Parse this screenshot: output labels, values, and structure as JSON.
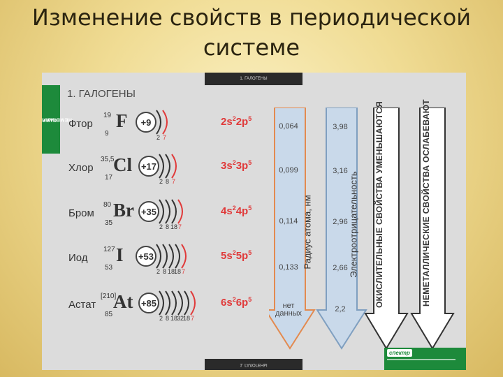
{
  "slide": {
    "title": "Изменение свойств в периодической\nсистеме"
  },
  "poster": {
    "top_strip": "1. ГАЛОГЕНЫ",
    "bottom_strip": "1. ГАЛОГЕНЫ",
    "side_label_line1": "ХИМИЯ",
    "side_label_line2": "НЕМЕТАЛЛЫ",
    "section_title": "1. ГАЛОГЕНЫ",
    "elements": [
      {
        "name": "Фтор",
        "mass": "19",
        "number": "9",
        "symbol": "F",
        "charge": "+9",
        "shells": [
          "2",
          "7"
        ],
        "config": [
          [
            "2s",
            "2"
          ],
          [
            "2p",
            "5"
          ]
        ],
        "radius": "0,064",
        "en": "3,98"
      },
      {
        "name": "Хлор",
        "mass": "35,5",
        "number": "17",
        "symbol": "Cl",
        "charge": "+17",
        "shells": [
          "2",
          "8",
          "7"
        ],
        "config": [
          [
            "3s",
            "2"
          ],
          [
            "3p",
            "5"
          ]
        ],
        "radius": "0,099",
        "en": "3,16"
      },
      {
        "name": "Бром",
        "mass": "80",
        "number": "35",
        "symbol": "Br",
        "charge": "+35",
        "shells": [
          "2",
          "8",
          "18",
          "7"
        ],
        "config": [
          [
            "4s",
            "2"
          ],
          [
            "4p",
            "5"
          ]
        ],
        "radius": "0,114",
        "en": "2,96"
      },
      {
        "name": "Иод",
        "mass": "127",
        "number": "53",
        "symbol": "I",
        "charge": "+53",
        "shells": [
          "2",
          "8",
          "18",
          "18",
          "7"
        ],
        "config": [
          [
            "5s",
            "2"
          ],
          [
            "5p",
            "5"
          ]
        ],
        "radius": "0,133",
        "en": "2,66"
      },
      {
        "name": "Астат",
        "mass": "[210]",
        "number": "85",
        "symbol": "At",
        "charge": "+85",
        "shells": [
          "2",
          "8",
          "18",
          "32",
          "18",
          "7"
        ],
        "config": [
          [
            "6s",
            "2"
          ],
          [
            "6p",
            "5"
          ]
        ],
        "radius": "нет\nданных",
        "en": "2,2"
      }
    ],
    "arrows": {
      "radius_label": "Радиус атома, нм",
      "en_label": "Электроотрицательность",
      "oxidizing_label": "ОКИСЛИТЕЛЬНЫЕ СВОЙСТВА УМЕНЬШАЮТСЯ",
      "nonmetal_label": "НЕМЕТАЛЛИЧЕСКИЕ СВОЙСТВА ОСЛАБЕВАЮТ",
      "radius_color": "#c9d9ea",
      "en_color": "#c9d9ea",
      "border_color": "#e38a4f",
      "en_border_color": "#7f9fc0",
      "oxidizing_color": "#ffffff",
      "nonmetal_color": "#ffffff"
    },
    "logo": {
      "brand": "спектр"
    }
  }
}
